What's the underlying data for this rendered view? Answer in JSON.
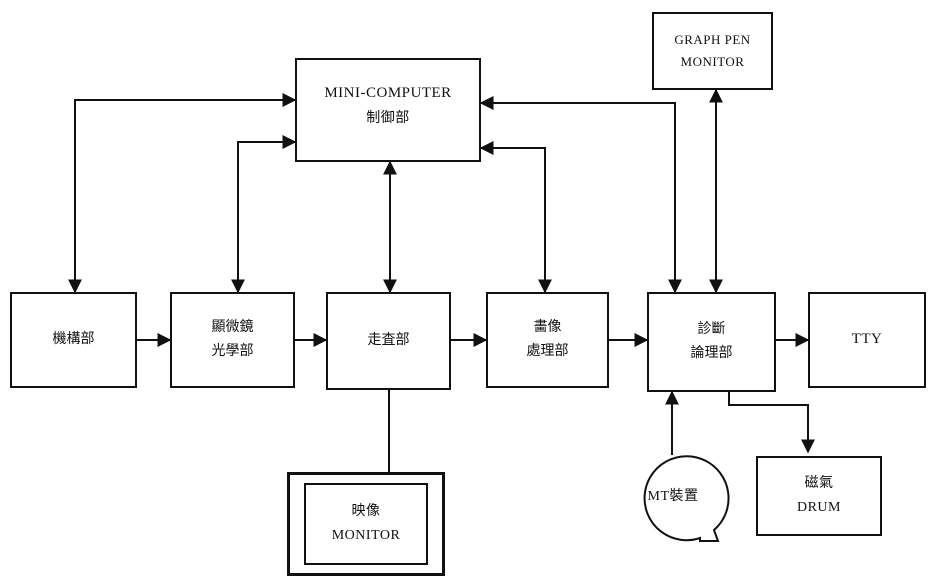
{
  "blocks": {
    "minicomputer": {
      "line1": "MINI-COMPUTER",
      "line2": "制御部"
    },
    "graph_pen": {
      "line1": "GRAPH PEN",
      "line2": "MONITOR"
    },
    "kiko": {
      "line1": "機構部"
    },
    "microscope": {
      "line1": "顯微鏡",
      "line2": "光學部"
    },
    "scan": {
      "line1": "走査部"
    },
    "image_proc": {
      "line1": "畵像",
      "line2": "處理部"
    },
    "diagnosis": {
      "line1": "診斷",
      "line2": "論理部"
    },
    "tty": {
      "line1": "TTY"
    },
    "monitor": {
      "line1": "映像",
      "line2": "MONITOR"
    },
    "mt": {
      "line1": "MT裝置"
    },
    "drum": {
      "line1": "磁氣",
      "line2": "DRUM"
    }
  }
}
